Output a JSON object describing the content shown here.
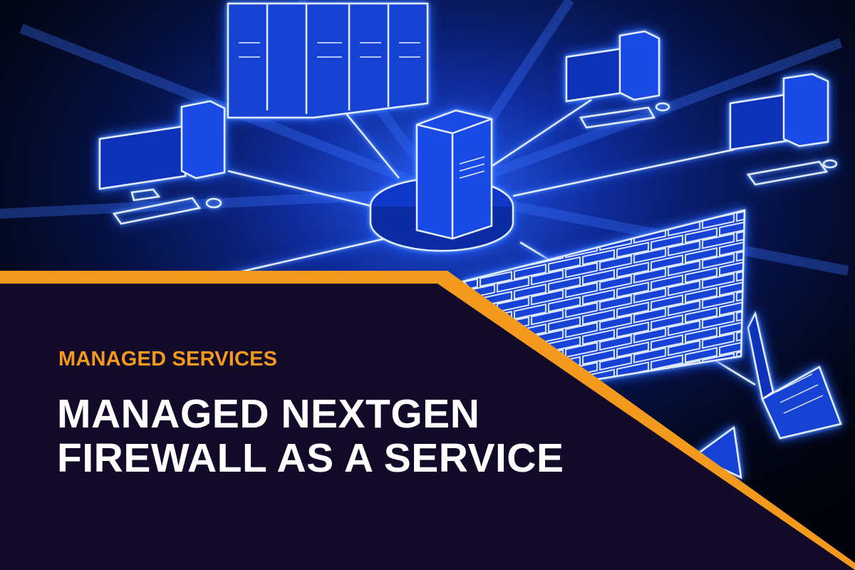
{
  "banner": {
    "category": "MANAGED SERVICES",
    "title_lines": [
      "MANAGED NEXTGEN",
      "FIREWALL AS A SERVICE"
    ]
  },
  "colors": {
    "accent": "#f39a1e",
    "panel": "#130a2a",
    "glow": "#3d7bff",
    "background": "#02030a"
  },
  "icons": [
    "server-rack-icon",
    "central-server-icon",
    "desktop-computer-icon",
    "laptop-icon",
    "brick-firewall-icon",
    "warning-sign-icon"
  ]
}
